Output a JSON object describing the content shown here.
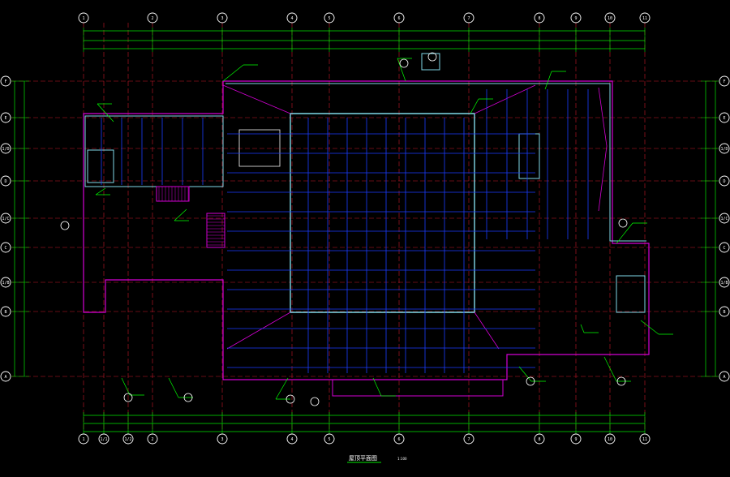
{
  "drawing": {
    "title": "屋顶平面图",
    "scale": "1:100"
  },
  "grid_top": [
    "1",
    "2",
    "3",
    "4",
    "5",
    "6",
    "7",
    "8",
    "9",
    "10",
    "11"
  ],
  "grid_bottom": [
    "1",
    "1/1",
    "1/2",
    "2",
    "3",
    "4",
    "5",
    "6",
    "7",
    "8",
    "9",
    "10",
    "11"
  ],
  "grid_left": [
    "F",
    "E",
    "1/D",
    "D",
    "1/C",
    "C",
    "1/B",
    "B",
    "A"
  ],
  "grid_right": [
    "F",
    "E",
    "1/D",
    "D",
    "1/C",
    "C",
    "1/B",
    "B",
    "A"
  ],
  "colors": {
    "background": "#000000",
    "grid_line": "#c8182a",
    "dimension_line": "#00e600",
    "wall_blue": "#1a3cff",
    "wall_cyan": "#7fd9e8",
    "wall_magenta": "#d400d4",
    "annotation": "#00ff00",
    "bubble": "#ffffff"
  }
}
